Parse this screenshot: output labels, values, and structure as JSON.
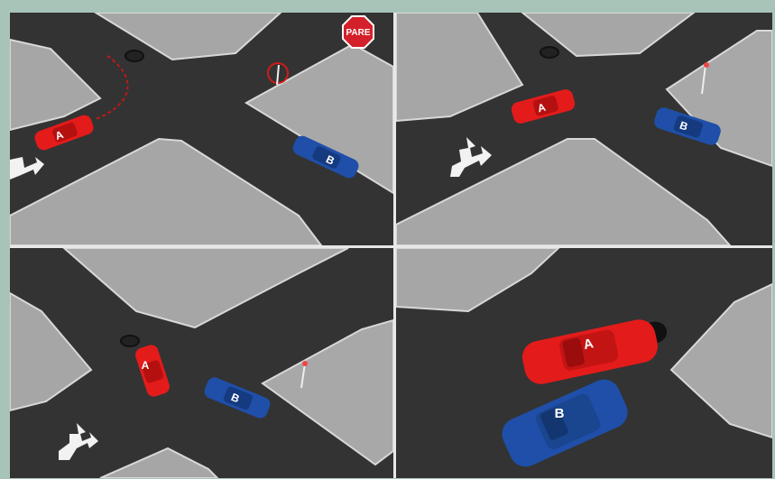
{
  "panels": [
    {
      "car_a": "A",
      "car_b": "B",
      "sign": "PARE"
    },
    {
      "car_a": "A",
      "car_b": "B"
    },
    {
      "car_a": "A",
      "car_b": "B"
    },
    {
      "car_a": "A",
      "car_b": "B"
    }
  ],
  "colors": {
    "car_a": "#e41b1b",
    "car_b": "#1f4fa8",
    "road": "#343434",
    "sidewalk": "#a3a3a3",
    "stop_sign": "#d4202a",
    "frame": "#a8c4b8"
  },
  "icons": [
    "stop-sign-icon",
    "turn-arrow-icon",
    "manhole-icon",
    "yield-post-icon"
  ]
}
